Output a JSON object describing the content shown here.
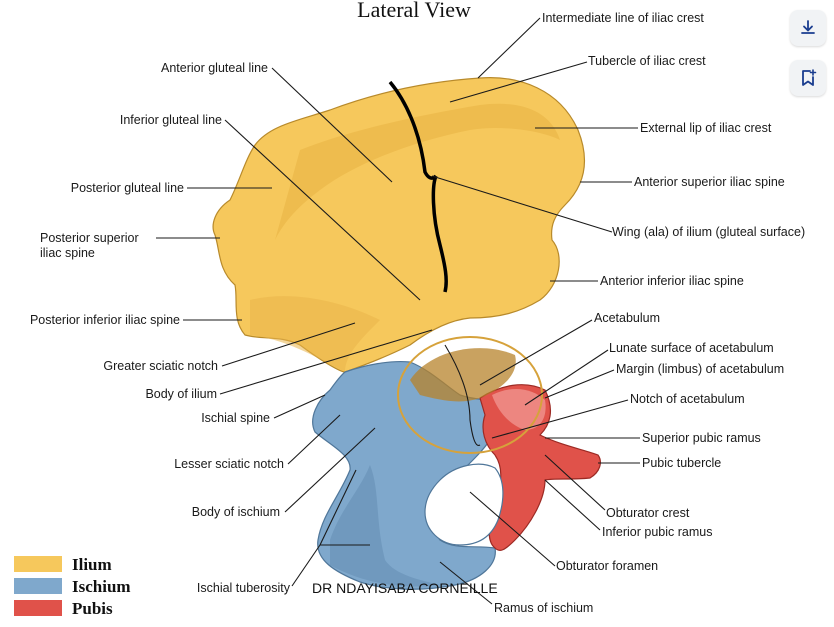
{
  "title": "Lateral View",
  "credit": "DR NDAYISABA CORNEILLE",
  "labels": {
    "intermediate_line": "Intermediate line of iliac crest",
    "tubercle_crest": "Tubercle of iliac crest",
    "external_lip": "External lip of iliac crest",
    "asis": "Anterior superior iliac spine",
    "wing": "Wing (ala) of ilium (gluteal surface)",
    "aiis": "Anterior inferior iliac spine",
    "acetabulum": "Acetabulum",
    "lunate": "Lunate surface of acetabulum",
    "margin": "Margin (limbus) of acetabulum",
    "notch_acet": "Notch of acetabulum",
    "sup_pubic": "Superior pubic ramus",
    "pubic_tubercle": "Pubic tubercle",
    "obt_crest": "Obturator crest",
    "inf_pubic": "Inferior pubic ramus",
    "obt_foramen": "Obturator foramen",
    "ramus_ischium": "Ramus of ischium",
    "ischial_tub": "Ischial tuberosity",
    "body_ischium": "Body of ischium",
    "lesser_notch": "Lesser sciatic notch",
    "ischial_spine": "Ischial spine",
    "body_ilium": "Body of ilium",
    "greater_notch": "Greater sciatic notch",
    "pis": "Posterior inferior iliac spine",
    "psis_1": "Posterior superior",
    "psis_2": "iliac spine",
    "post_gluteal": "Posterior gluteal line",
    "inf_gluteal": "Inferior gluteal line",
    "ant_gluteal": "Anterior gluteal line"
  },
  "legend": [
    {
      "label": "Ilium",
      "color": "#f6c85c"
    },
    {
      "label": "Ischium",
      "color": "#7fa8cc"
    },
    {
      "label": "Pubis",
      "color": "#e0524a"
    }
  ],
  "icons": {
    "download": "download-icon",
    "bookmark": "bookmark-add-icon"
  }
}
